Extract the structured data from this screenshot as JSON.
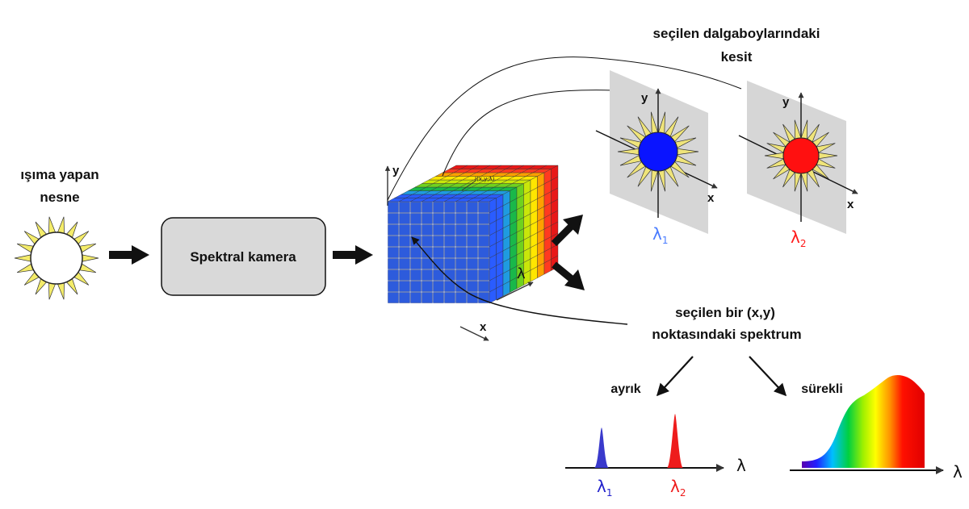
{
  "source_object": {
    "line1": "ışıma yapan",
    "line2": "nesne"
  },
  "camera": {
    "label": "Spektral kamera"
  },
  "cube": {
    "y_axis": "y",
    "x_axis": "x",
    "lambda_axis": "λ",
    "voxel_label": "I(x,y,λ)"
  },
  "slices": {
    "title_line1": "seçilen dalgaboylarındaki",
    "title_line2": "kesit",
    "panel1": {
      "y": "y",
      "x": "x",
      "lambda": "λ",
      "sub": "1",
      "sphere_color": "#0a14ff"
    },
    "panel2": {
      "y": "y",
      "x": "x",
      "lambda": "λ",
      "sub": "2",
      "sphere_color": "#ff1010"
    }
  },
  "spectrum": {
    "line1": "seçilen bir (x,y)",
    "line2": "noktasındaki spektrum",
    "discrete_label": "ayrık",
    "continuous_label": "sürekli",
    "lambda": "λ",
    "l1": "λ",
    "l1_sub": "1",
    "l2": "λ",
    "l2_sub": "2"
  }
}
